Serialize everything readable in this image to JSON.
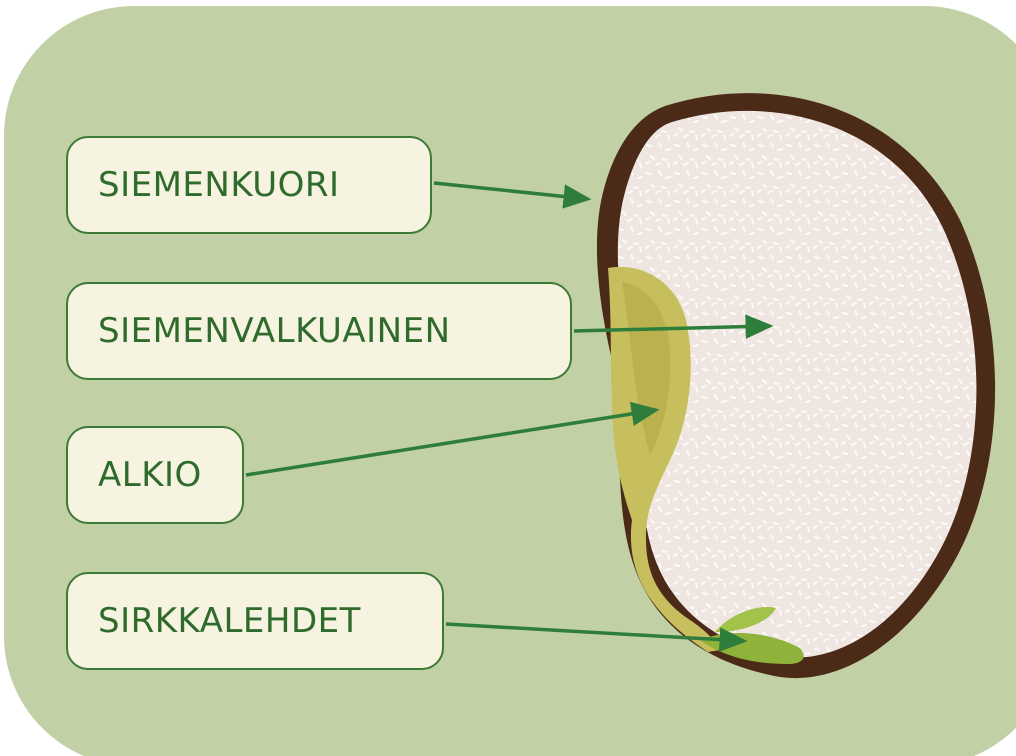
{
  "diagram": {
    "labels": [
      {
        "id": "seed-coat",
        "text": "SIEMENKUORI"
      },
      {
        "id": "endosperm",
        "text": "SIEMENVALKUAINEN"
      },
      {
        "id": "embryo",
        "text": "ALKIO"
      },
      {
        "id": "cotyledons",
        "text": "SIRKKALEHDET"
      }
    ]
  },
  "colors": {
    "background": "#c2d0a5",
    "label_fill": "#f6f3e1",
    "label_text": "#2e6b2c",
    "arrow": "#2f7d3b",
    "seed_coat": "#4a2a17",
    "endosperm": "#f1e6e1",
    "embryo": "#c7bf5e",
    "cotyledon": "#8fb23a"
  }
}
